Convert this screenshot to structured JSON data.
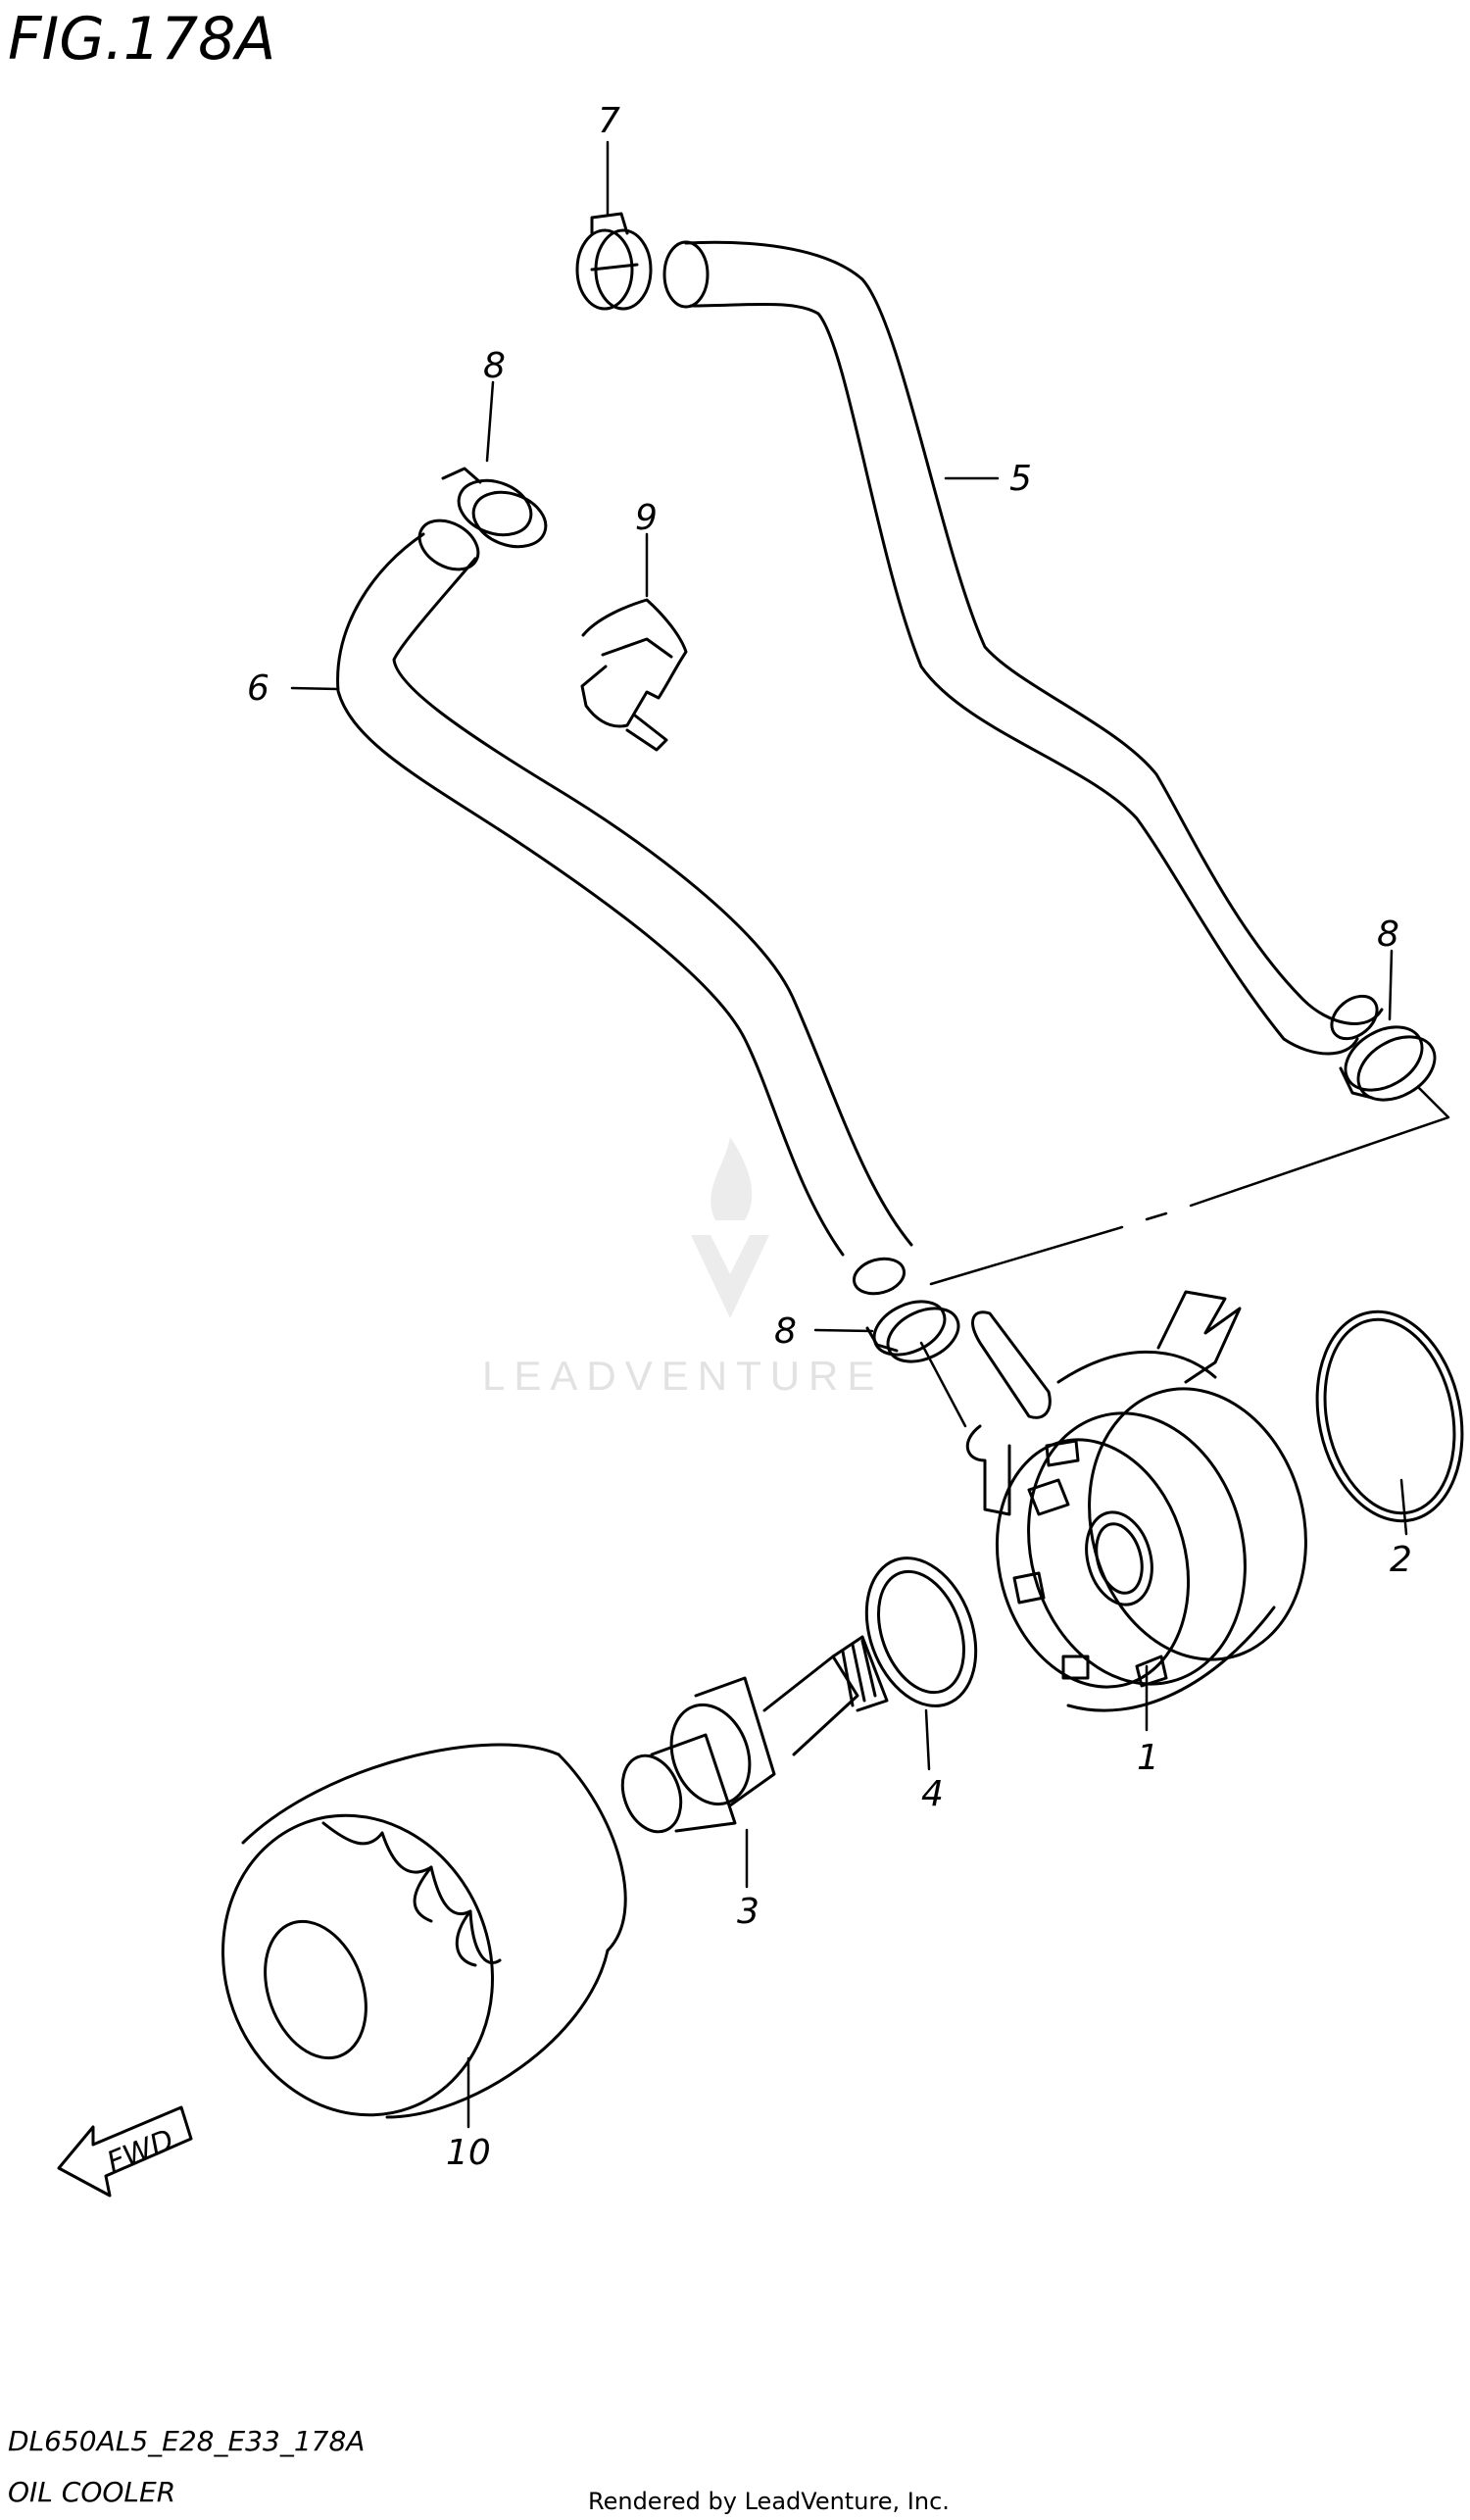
{
  "figure": {
    "title": "FIG.178A"
  },
  "watermark": {
    "text": "LEADVENTURE"
  },
  "callouts": {
    "c1": "1",
    "c2": "2",
    "c3": "3",
    "c4": "4",
    "c5": "5",
    "c6": "6",
    "c7": "7",
    "c8a": "8",
    "c8b": "8",
    "c8c": "8",
    "c9": "9",
    "c10": "10"
  },
  "fwd_label": "FWD",
  "footer": {
    "code": "DL650AL5_E28_E33_178A",
    "name": "OIL COOLER",
    "credit": "Rendered by LeadVenture, Inc."
  }
}
